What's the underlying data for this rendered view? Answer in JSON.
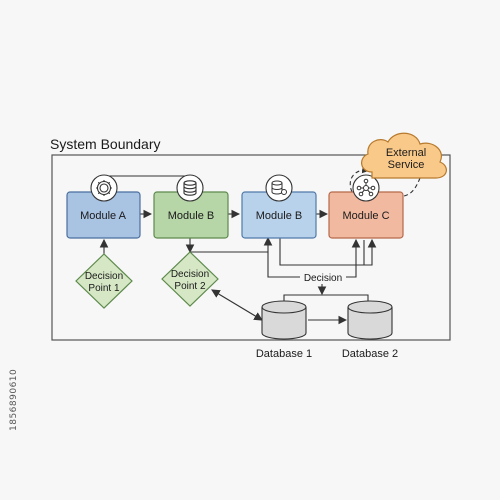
{
  "boundary": {
    "title": "System Boundary"
  },
  "modules": [
    {
      "label": "Module A",
      "fill": "#a9c3e3",
      "stroke": "#4a6f9e"
    },
    {
      "label": "Module B",
      "fill": "#b7d6a8",
      "stroke": "#5d8a4c"
    },
    {
      "label": "Module B",
      "fill": "#b9d2ec",
      "stroke": "#4f7aa8"
    },
    {
      "label": "Module C",
      "fill": "#f2b9a1",
      "stroke": "#b5694a"
    }
  ],
  "module_icons": [
    "gear-icon",
    "database-icon",
    "database-settings-icon",
    "network-icon"
  ],
  "decisions": [
    {
      "line1": "Decision",
      "line2": "Point 1"
    },
    {
      "line1": "Decision",
      "line2": "Point 2"
    }
  ],
  "decision_fill": "#d6e7c5",
  "decision_label": "Decision",
  "external": {
    "line1": "External",
    "line2": "Service",
    "fill": "#f9c98a"
  },
  "databases": [
    {
      "label": "Database 1"
    },
    {
      "label": "Database 2"
    }
  ],
  "database_fill": "#d9d9d9",
  "side_id": "1856890610"
}
